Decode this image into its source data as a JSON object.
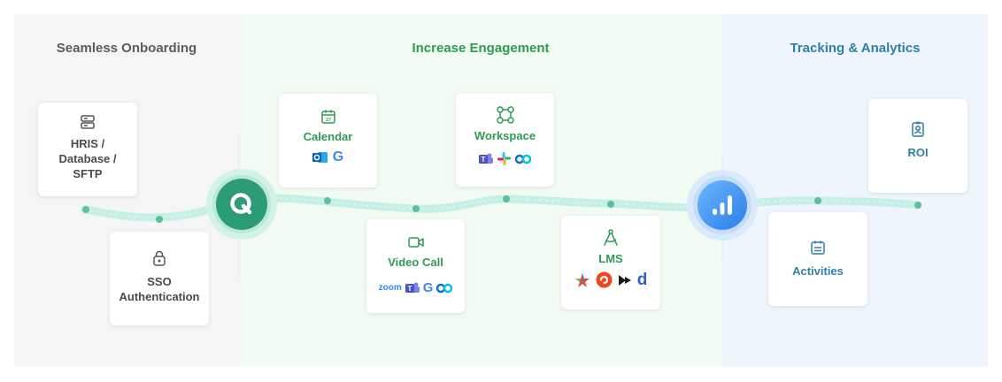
{
  "sections": {
    "onboarding": "Seamless Onboarding",
    "engagement": "Increase Engagement",
    "tracking": "Tracking & Analytics"
  },
  "cards": {
    "hris": {
      "label": "HRIS /\nDatabase /\nSFTP",
      "icon": "server-icon"
    },
    "sso": {
      "label": "SSO\nAuthentication",
      "icon": "lock-icon"
    },
    "calendar": {
      "label": "Calendar",
      "icon": "calendar-icon",
      "logos": [
        "outlook-logo",
        "google-logo"
      ]
    },
    "video": {
      "label": "Video Call",
      "icon": "video-camera-icon",
      "logos": [
        "zoom",
        "teams-logo",
        "google-logo",
        "webex-logo"
      ],
      "zoom_text": "zoom"
    },
    "workspace": {
      "label": "Workspace",
      "icon": "nodes-icon",
      "logos": [
        "teams-logo",
        "slack-logo",
        "webex-logo"
      ]
    },
    "lms": {
      "label": "LMS",
      "icon": "compass-icon",
      "logos": [
        "cornerstone-logo",
        "red-circle-logo",
        "arrow-logo",
        "d-logo"
      ],
      "d_text": "d"
    },
    "activities": {
      "label": "Activities",
      "icon": "calendar-list-icon"
    },
    "roi": {
      "label": "ROI",
      "icon": "id-badge-icon"
    }
  },
  "hubs": {
    "q_letter": "Q",
    "analytics": "bar-chart-icon"
  },
  "colors": {
    "green": "#2f9a55",
    "blue": "#2f7fa6",
    "gray": "#5c5c5c",
    "path": "#bfeee3"
  }
}
